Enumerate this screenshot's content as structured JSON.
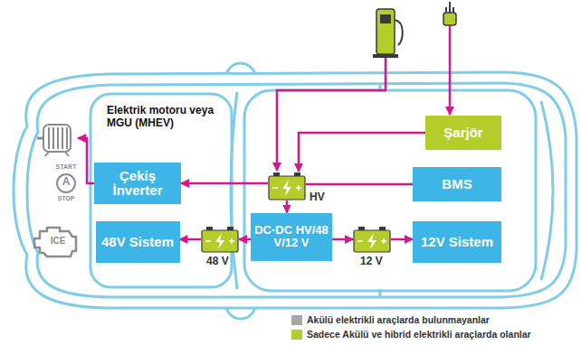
{
  "diagram": {
    "nodes": [
      {
        "text": [
          "Elektrik motoru veya MGU (MHEV)"
        ]
      },
      {
        "text": [
          "Şarjör"
        ]
      },
      {
        "text": [
          "Çekiş İnverter"
        ]
      },
      {
        "text": [
          "HV"
        ]
      },
      {
        "text": [
          "BMS"
        ]
      },
      {
        "text": [
          "48V Sistem"
        ]
      },
      {
        "text": [
          "48 V"
        ]
      },
      {
        "text": [
          "DC-DC HV/48 V/12 V"
        ]
      },
      {
        "text": [
          "12 V"
        ]
      },
      {
        "text": [
          "12V Sistem"
        ]
      }
    ],
    "edges": [
      {
        "from": 1,
        "to": 3,
        "arrow": "to"
      },
      {
        "from": 3,
        "to": 2,
        "arrow": "to"
      },
      {
        "from": 3,
        "to": 4,
        "arrow": "none"
      },
      {
        "from": 2,
        "to": 0,
        "arrow": "to"
      },
      {
        "from": 3,
        "to": 7,
        "arrow": "to"
      },
      {
        "from": 7,
        "to": 6,
        "arrow": "to"
      },
      {
        "from": 6,
        "to": 5,
        "arrow": "to"
      },
      {
        "from": 7,
        "to": 8,
        "arrow": "to"
      },
      {
        "from": 8,
        "to": 9,
        "arrow": "to"
      }
    ],
    "labels": [
      "START",
      "A",
      "STOP",
      "ICE"
    ],
    "legend": [
      {
        "text": "Akülü elektrikli araçlarda bulunmayanlar",
        "color": "#a6a6a6"
      },
      {
        "text": "Sadece Akülü ve hibrid elektrikli araçlarda olanlar",
        "color": "#b5cd2b"
      }
    ]
  }
}
